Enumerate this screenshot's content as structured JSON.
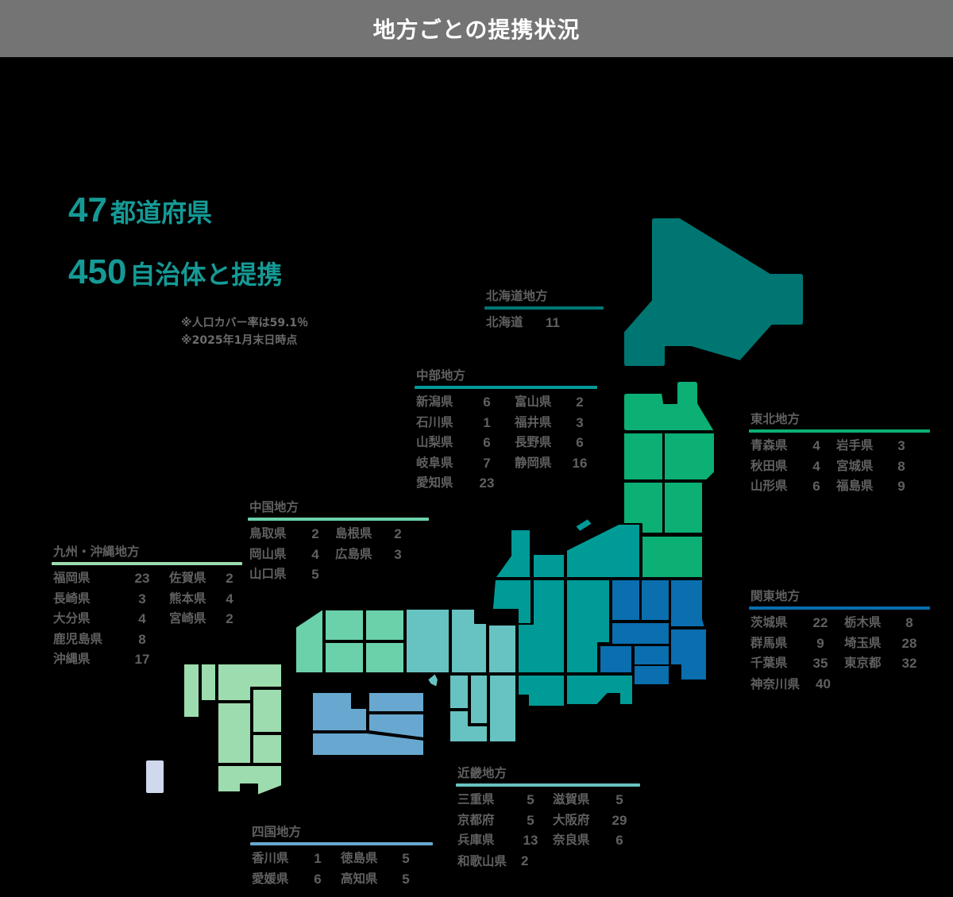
{
  "header": {
    "title": "地方ごとの提携状況"
  },
  "summary": {
    "prefectures_num": "47",
    "prefectures_label": "都道府県",
    "municipalities_num": "450",
    "municipalities_label": "自治体と提携",
    "note_1": "※人口カバー率は59.1％",
    "note_2": "※2025年1月末日時点"
  },
  "colors": {
    "hokkaido": "#007672",
    "tohoku": "#0caf74",
    "kanto": "#0a6eaf",
    "chubu": "#009b97",
    "kinki": "#67c3c1",
    "chugoku": "#6bd1ab",
    "shikoku": "#68a8d0",
    "kyushu": "#9ddcae",
    "okinawa": "#d0d8ee",
    "text": "#606060",
    "headline": "#159a96"
  },
  "regions": {
    "hokkaido": {
      "title": "北海道地方",
      "rows": [
        [
          "北海道",
          "11",
          "",
          ""
        ]
      ]
    },
    "chubu": {
      "title": "中部地方",
      "rows": [
        [
          "新潟県",
          "6",
          "富山県",
          "2"
        ],
        [
          "石川県",
          "1",
          "福井県",
          "3"
        ],
        [
          "山梨県",
          "6",
          "長野県",
          "6"
        ],
        [
          "岐阜県",
          "7",
          "静岡県",
          "16"
        ],
        [
          "愛知県",
          "23",
          "",
          ""
        ]
      ]
    },
    "tohoku": {
      "title": "東北地方",
      "rows": [
        [
          "青森県",
          "4",
          "岩手県",
          "3"
        ],
        [
          "秋田県",
          "4",
          "宮城県",
          "8"
        ],
        [
          "山形県",
          "6",
          "福島県",
          "9"
        ]
      ]
    },
    "kanto": {
      "title": "関東地方",
      "rows": [
        [
          "茨城県",
          "22",
          "栃木県",
          "8"
        ],
        [
          "群馬県",
          "9",
          "埼玉県",
          "28"
        ],
        [
          "千葉県",
          "35",
          "東京都",
          "32"
        ],
        [
          "神奈川県",
          "40",
          "",
          ""
        ]
      ]
    },
    "chugoku": {
      "title": "中国地方",
      "rows": [
        [
          "鳥取県",
          "2",
          "島根県",
          "2"
        ],
        [
          "岡山県",
          "4",
          "広島県",
          "3"
        ],
        [
          "山口県",
          "5",
          "",
          ""
        ]
      ]
    },
    "kyushu": {
      "title": "九州・沖縄地方",
      "rows": [
        [
          "福岡県",
          "23",
          "佐賀県",
          "2"
        ],
        [
          "長崎県",
          "3",
          "熊本県",
          "4"
        ],
        [
          "大分県",
          "4",
          "宮崎県",
          "2"
        ],
        [
          "鹿児島県",
          "8",
          "",
          ""
        ],
        [
          "沖縄県",
          "17",
          "",
          ""
        ]
      ]
    },
    "kinki": {
      "title": "近畿地方",
      "rows": [
        [
          "三重県",
          "5",
          "滋賀県",
          "5"
        ],
        [
          "京都府",
          "5",
          "大阪府",
          "29"
        ],
        [
          "兵庫県",
          "13",
          "奈良県",
          "6"
        ],
        [
          "和歌山県",
          "2",
          "",
          ""
        ]
      ]
    },
    "shikoku": {
      "title": "四国地方",
      "rows": [
        [
          "香川県",
          "1",
          "徳島県",
          "5"
        ],
        [
          "愛媛県",
          "6",
          "高知県",
          "5"
        ]
      ]
    }
  }
}
